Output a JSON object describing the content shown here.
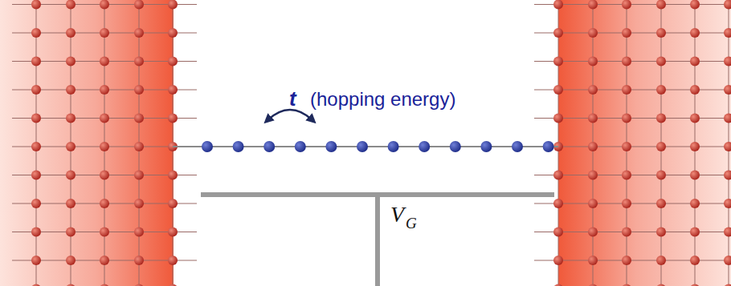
{
  "diagram": {
    "labels": [
      "t",
      "(hopping energy)",
      "V",
      "G"
    ]
  }
}
